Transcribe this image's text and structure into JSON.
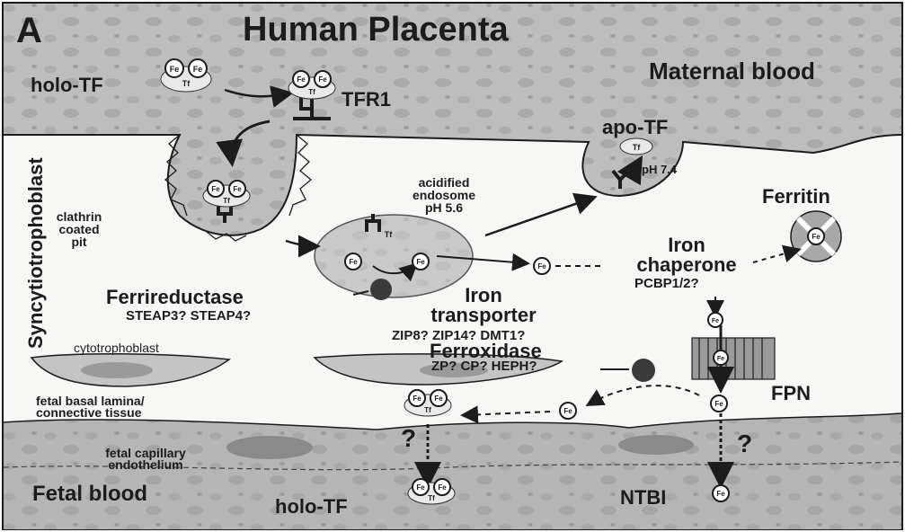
{
  "panel_letter": "A",
  "title": "Human Placenta",
  "regions": {
    "maternal_blood": "Maternal blood",
    "syncytiotrophoblast": "Syncytiotrophoblast",
    "cytotrophoblast": "cytotrophoblast",
    "fetal_basal_lamina_1": "fetal basal lamina/",
    "fetal_basal_lamina_2": "connective tissue",
    "fetal_capillary_1": "fetal capillary",
    "fetal_capillary_2": "endothelium",
    "fetal_blood": "Fetal blood"
  },
  "labels": {
    "holo_tf_top": "holo-TF",
    "tfr1": "TFR1",
    "apo_tf": "apo-TF",
    "ph_74": "pH 7.4",
    "ferritin": "Ferritin",
    "clathrin_1": "clathrin",
    "clathrin_2": "coated",
    "clathrin_3": "pit",
    "endosome_1": "acidified",
    "endosome_2": "endosome",
    "endosome_3": "pH 5.6",
    "iron_chaperone_1": "Iron",
    "iron_chaperone_2": "chaperone",
    "pcbp": "PCBP1/2?",
    "ferrireductase": "Ferrireductase",
    "steap": "STEAP3? STEAP4?",
    "iron_transporter_1": "Iron",
    "iron_transporter_2": "transporter",
    "zip": "ZIP8? ZIP14? DMT1?",
    "ferroxidase": "Ferroxidase",
    "zp": "ZP? CP? HEPH?",
    "fpn": "FPN",
    "question_1": "?",
    "question_2": "?",
    "ntbi": "NTBI",
    "holo_tf_bottom": "holo-TF"
  },
  "molecule_text": {
    "fe": "Fe",
    "tf": "Tf"
  },
  "colors": {
    "maternal_blood_fill": "#bdbdbd",
    "fetal_tissue_fill": "#b5b5b5",
    "cell_fill": "#f7f7f5",
    "endosome_fill": "#c9c9c9",
    "enzyme_fill": "#3a3a3a",
    "ink": "#1c1c1c"
  }
}
